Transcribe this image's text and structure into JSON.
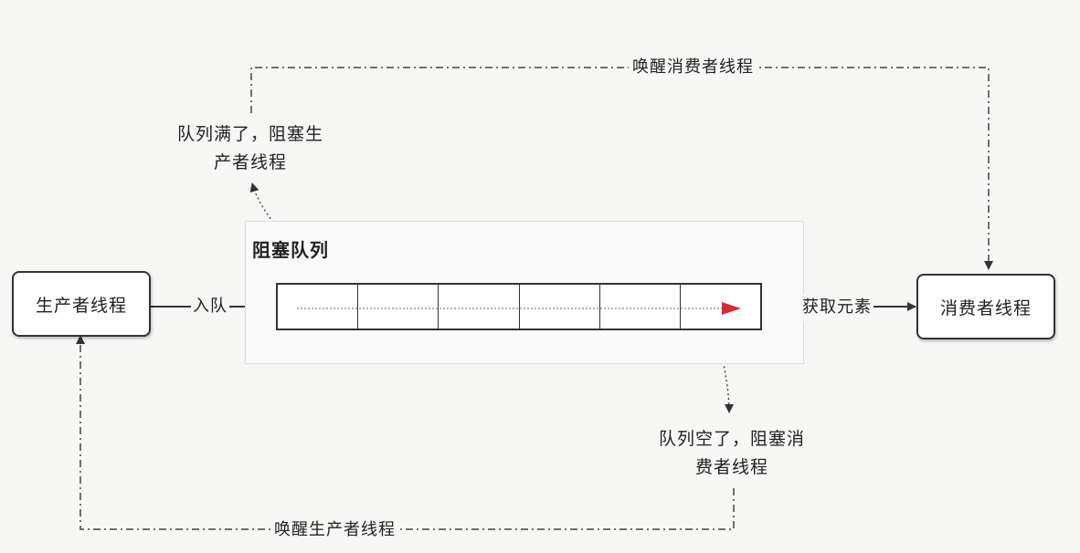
{
  "nodes": {
    "producer": "生产者线程",
    "consumer": "消费者线程"
  },
  "queue": {
    "title": "阻塞队列",
    "slot_count": 6
  },
  "edges": {
    "enqueue": "入队",
    "dequeue": "获取元素",
    "wake_consumer": "唤醒消费者线程",
    "wake_producer": "唤醒生产者线程"
  },
  "notes": {
    "queue_full_line1": "队列满了，阻塞生",
    "queue_full_line2": "产者线程",
    "queue_empty_line1": "队列空了，阻塞消",
    "queue_empty_line2": "费者线程"
  },
  "colors": {
    "line": "#333333",
    "pointer": "#d62c3a",
    "container_border": "#dedede"
  }
}
